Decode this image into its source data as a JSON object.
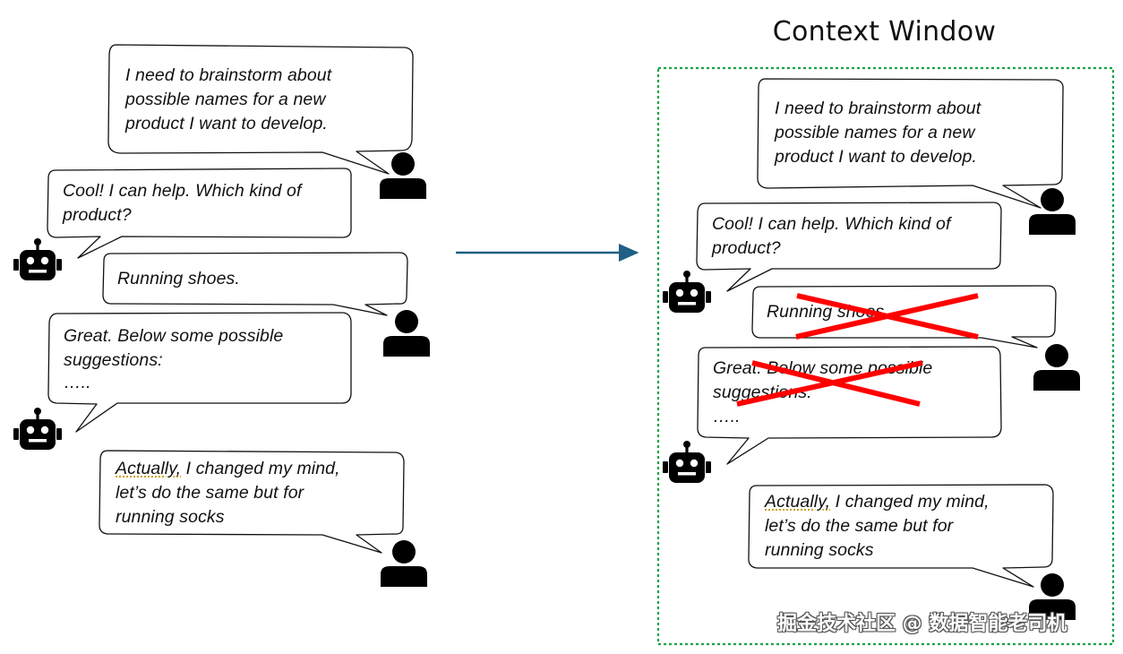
{
  "title": "Context Window",
  "watermark": "掘金技术社区 @ 数据智能老司机",
  "conversation": {
    "user_1": [
      "I need to brainstorm about",
      "possible names for a new",
      "product I want to develop."
    ],
    "bot_1": [
      "Cool! I can help. Which kind of",
      "product?"
    ],
    "user_2": [
      "Running shoes."
    ],
    "bot_2": [
      "Great. Below some possible",
      "suggestions:",
      "….."
    ],
    "user_3_line1_underlined": "Actually,",
    "user_3_line1_rest": " I changed my mind,",
    "user_3_line2": "let’s do the same but for",
    "user_3_line3": "running socks"
  },
  "colors": {
    "arrow": "#1f5f86",
    "context_border": "#1aa34a",
    "strike": "#ff0000",
    "icon": "#000000"
  },
  "icons": [
    "user-icon",
    "robot-icon"
  ]
}
